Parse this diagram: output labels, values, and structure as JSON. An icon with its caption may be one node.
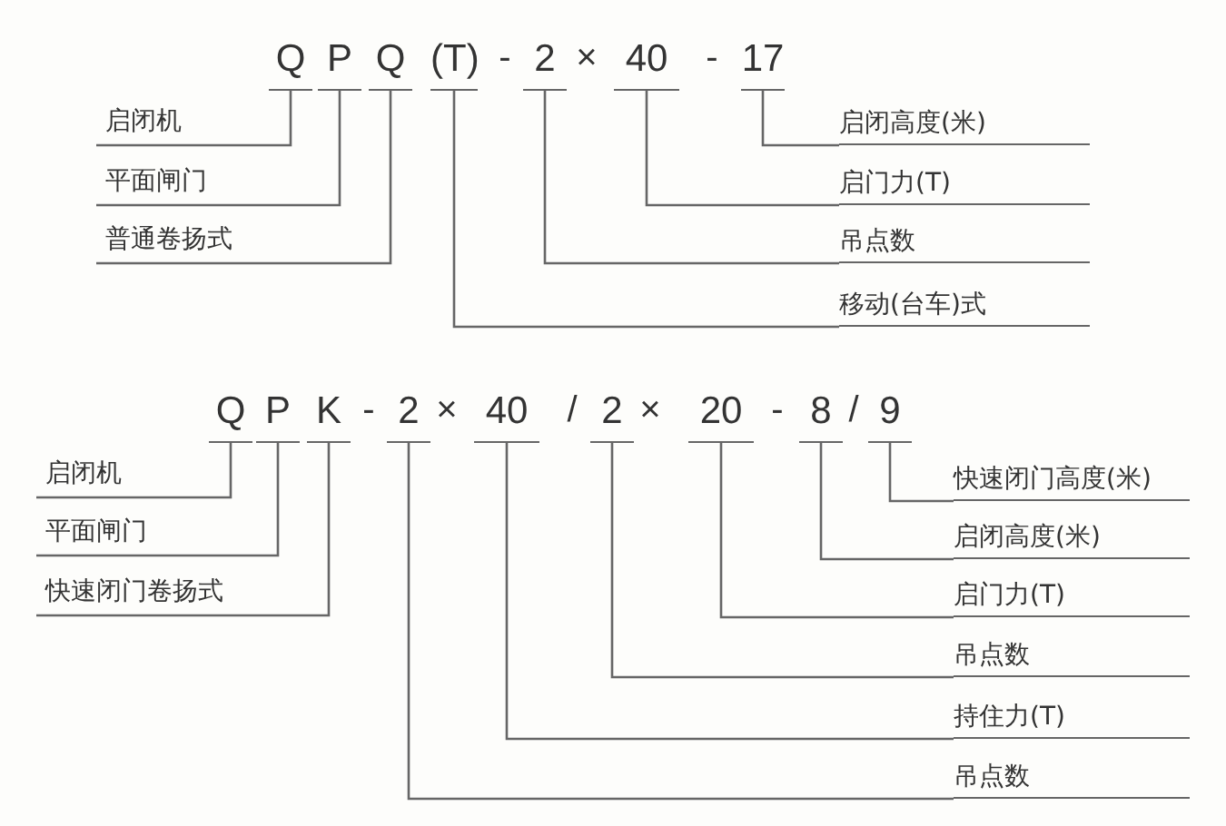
{
  "diagram": {
    "nodes": [
      {
        "text": [
          "Q"
        ]
      },
      {
        "text": [
          "P"
        ]
      },
      {
        "text": [
          "Q"
        ]
      },
      {
        "text": [
          "(T)"
        ]
      },
      {
        "text": [
          "2"
        ]
      },
      {
        "text": [
          "40"
        ]
      },
      {
        "text": [
          "17"
        ]
      },
      {
        "text": [
          "启闭机"
        ]
      },
      {
        "text": [
          "平面闸门"
        ]
      },
      {
        "text": [
          "普通卷扬式"
        ]
      },
      {
        "text": [
          "启闭高度(米)"
        ]
      },
      {
        "text": [
          "启门力(T)"
        ]
      },
      {
        "text": [
          "吊点数"
        ]
      },
      {
        "text": [
          "移动(台车)式"
        ]
      },
      {
        "text": [
          "Q"
        ]
      },
      {
        "text": [
          "P"
        ]
      },
      {
        "text": [
          "K"
        ]
      },
      {
        "text": [
          "2"
        ]
      },
      {
        "text": [
          "40"
        ]
      },
      {
        "text": [
          "2"
        ]
      },
      {
        "text": [
          "20"
        ]
      },
      {
        "text": [
          "8"
        ]
      },
      {
        "text": [
          "9"
        ]
      },
      {
        "text": [
          "启闭机"
        ]
      },
      {
        "text": [
          "平面闸门"
        ]
      },
      {
        "text": [
          "快速闭门卷扬式"
        ]
      },
      {
        "text": [
          "快速闭门高度(米)"
        ]
      },
      {
        "text": [
          "启闭高度(米)"
        ]
      },
      {
        "text": [
          "启门力(T)"
        ]
      },
      {
        "text": [
          "吊点数"
        ]
      },
      {
        "text": [
          "持住力(T)"
        ]
      },
      {
        "text": [
          "吊点数"
        ]
      }
    ],
    "edges": [
      {
        "from": 7,
        "to": 0,
        "arrow": "none"
      },
      {
        "from": 8,
        "to": 1,
        "arrow": "none"
      },
      {
        "from": 9,
        "to": 2,
        "arrow": "none"
      },
      {
        "from": 10,
        "to": 6,
        "arrow": "none"
      },
      {
        "from": 11,
        "to": 5,
        "arrow": "none"
      },
      {
        "from": 12,
        "to": 4,
        "arrow": "none"
      },
      {
        "from": 13,
        "to": 3,
        "arrow": "none"
      },
      {
        "from": 23,
        "to": 14,
        "arrow": "none"
      },
      {
        "from": 24,
        "to": 15,
        "arrow": "none"
      },
      {
        "from": 25,
        "to": 16,
        "arrow": "none"
      },
      {
        "from": 26,
        "to": 22,
        "arrow": "none"
      },
      {
        "from": 27,
        "to": 21,
        "arrow": "none"
      },
      {
        "from": 28,
        "to": 20,
        "arrow": "none"
      },
      {
        "from": 29,
        "to": 19,
        "arrow": "none"
      },
      {
        "from": 30,
        "to": 18,
        "arrow": "none"
      },
      {
        "from": 31,
        "to": 17,
        "arrow": "none"
      }
    ],
    "labels": [
      "-",
      "×",
      "-",
      "-",
      "×",
      "/",
      "×",
      "-",
      "/"
    ]
  }
}
